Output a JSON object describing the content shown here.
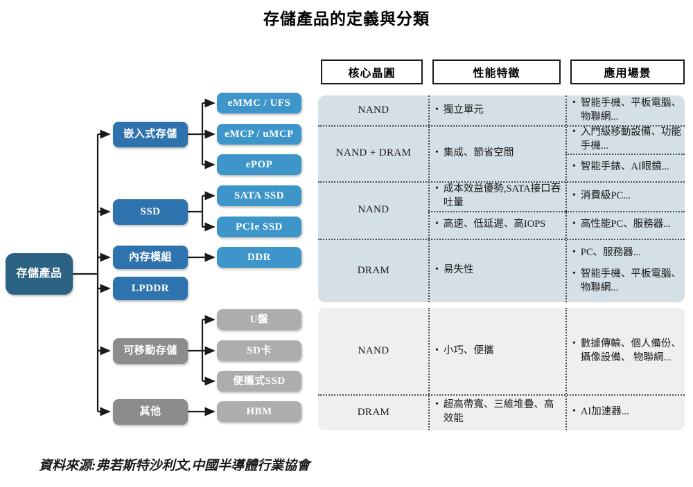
{
  "title": "存儲產品的定義與分類",
  "source": "資料來源:弗若斯特沙利文,中國半導體行業協會",
  "colors": {
    "root": "#2c6284",
    "level2_blue": "#2e73ae",
    "level3_blue": "#3d95c9",
    "level2_gray": "#8c8c8c",
    "level3_gray": "#adadad",
    "panel_blue": "#d4dfe6",
    "panel_gray": "#f0efed",
    "line": "#1a1a1a"
  },
  "tree": {
    "root": {
      "label": "存儲產品"
    },
    "level2": [
      {
        "label": "嵌入式存儲",
        "style": "blue"
      },
      {
        "label": "SSD",
        "style": "blue"
      },
      {
        "label": "內存模組",
        "style": "blue"
      },
      {
        "label": "LPDDR",
        "style": "blue"
      },
      {
        "label": "可移動存儲",
        "style": "gray"
      },
      {
        "label": "其他",
        "style": "gray"
      }
    ],
    "level3": [
      {
        "label": "eMMC / UFS",
        "style": "blue"
      },
      {
        "label": "eMCP / uMCP",
        "style": "blue"
      },
      {
        "label": "ePOP",
        "style": "blue"
      },
      {
        "label": "SATA SSD",
        "style": "blue"
      },
      {
        "label": "PCIe SSD",
        "style": "blue"
      },
      {
        "label": "DDR",
        "style": "blue"
      },
      {
        "label": "U盤",
        "style": "gray"
      },
      {
        "label": "SD卡",
        "style": "gray"
      },
      {
        "label": "便攜式SSD",
        "style": "gray"
      },
      {
        "label": "HBM",
        "style": "gray"
      }
    ]
  },
  "table": {
    "headers": [
      {
        "label": "核心晶圓"
      },
      {
        "label": "性能特徵"
      },
      {
        "label": "應用場景"
      }
    ],
    "rows": [
      {
        "group": "blue",
        "wafer": "NAND",
        "features": [
          "獨立單元"
        ],
        "applications": [
          "智能手機、平板電腦、物聯網..."
        ]
      },
      {
        "group": "blue",
        "wafer": "NAND + DRAM",
        "features": [
          "集成、節省空間"
        ],
        "applications": [
          "入門級移動設備、功能手機...",
          "智能手錶、AI眼鏡..."
        ]
      },
      {
        "group": "blue",
        "wafer": "NAND",
        "features": [
          "成本效益優勢,SATA接口吞吐量",
          "高速、低延遲、高IOPS"
        ],
        "applications": [
          "消費級PC...",
          "高性能PC、服務器..."
        ]
      },
      {
        "group": "blue",
        "wafer": "DRAM",
        "features": [
          "易失性"
        ],
        "applications": [
          "PC、服務器...",
          "智能手機、平板電腦、物聯網..."
        ]
      },
      {
        "group": "gray",
        "wafer": "NAND",
        "features": [
          "小巧、便攜"
        ],
        "applications": [
          "數據傳輸、個人備份、攝像設備、 物聯網..."
        ]
      },
      {
        "group": "gray",
        "wafer": "DRAM",
        "features": [
          "超高帶寬、三維堆疊、高效能"
        ],
        "applications": [
          "AI加速器..."
        ]
      }
    ]
  }
}
